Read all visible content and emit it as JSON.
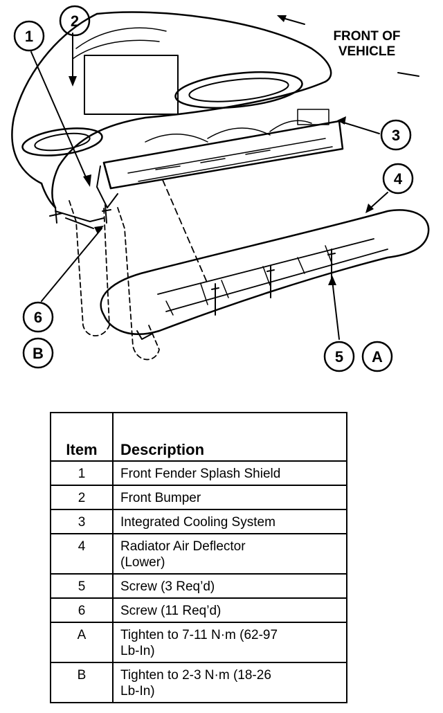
{
  "diagram": {
    "orientation_label_line1": "FRONT OF",
    "orientation_label_line2": "VEHICLE",
    "callouts": [
      "1",
      "2",
      "3",
      "4",
      "5",
      "A",
      "6",
      "B"
    ]
  },
  "table": {
    "headers": {
      "item": "Item",
      "description": "Description"
    },
    "rows": [
      {
        "item": "1",
        "lines": [
          "Front Fender Splash Shield"
        ]
      },
      {
        "item": "2",
        "lines": [
          "Front Bumper"
        ]
      },
      {
        "item": "3",
        "lines": [
          "Integrated Cooling System"
        ]
      },
      {
        "item": "4",
        "lines": [
          "Radiator Air Deflector",
          "(Lower)"
        ]
      },
      {
        "item": "5",
        "lines": [
          "Screw (3 Req’d)"
        ]
      },
      {
        "item": "6",
        "lines": [
          "Screw (11 Req’d)"
        ]
      },
      {
        "item": "A",
        "lines": [
          "Tighten to 7-11 N·m (62-97",
          "Lb-In)"
        ]
      },
      {
        "item": "B",
        "lines": [
          "Tighten to 2-3 N·m (18-26",
          "Lb-In)"
        ]
      }
    ]
  }
}
